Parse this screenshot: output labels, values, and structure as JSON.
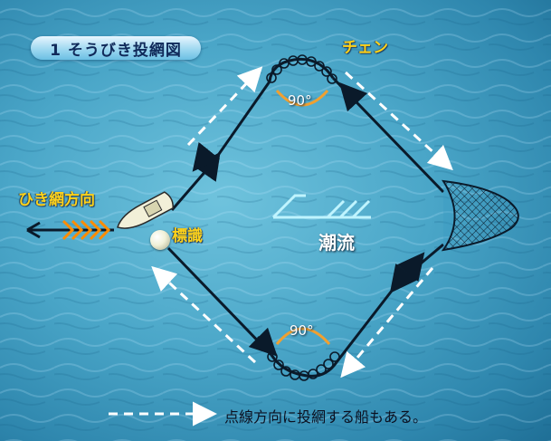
{
  "title": "1 そうびき投網図",
  "labels": {
    "chain": "チェン",
    "haul_direction": "ひき網方向",
    "marker": "標識",
    "current": "潮流",
    "angle_top": "90°",
    "angle_bottom": "90°"
  },
  "legend": {
    "note": "点線方向に投網する船もある。"
  },
  "colors": {
    "line": "#0a1a2a",
    "angle_arc": "#f0a030",
    "label_yellow": "#ffd21a",
    "dashed_arrow": "#ffffff",
    "haul_arrow": "#ff8c00"
  }
}
